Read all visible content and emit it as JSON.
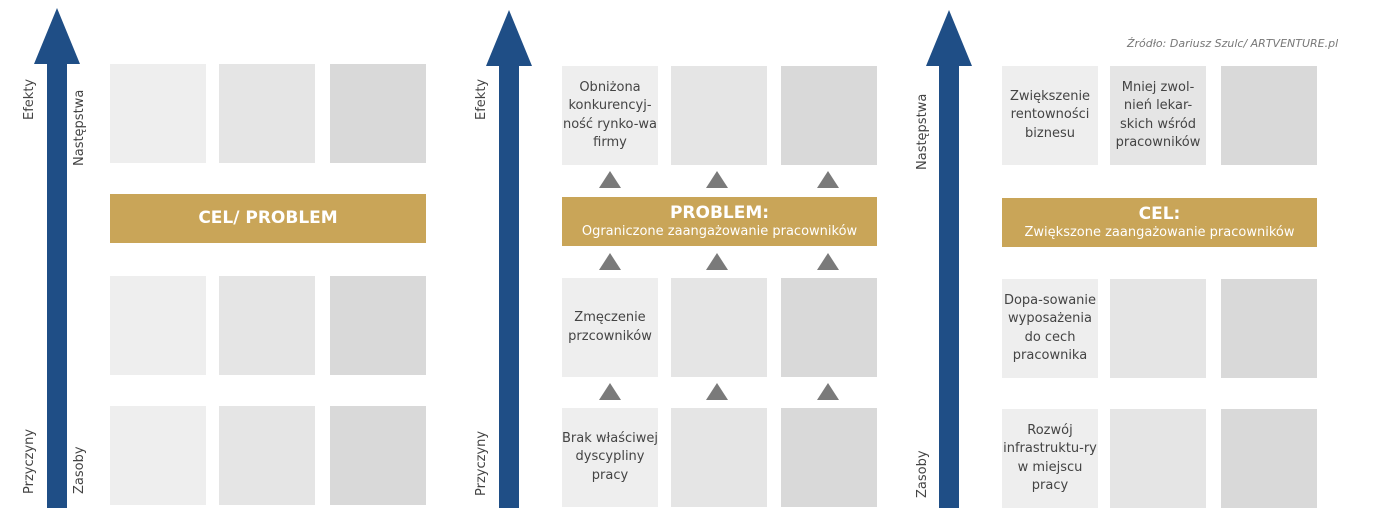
{
  "source": "Źródło: Dariusz Szulc/ ARTVENTURE.pl",
  "colors": {
    "arrow": "#1f4e86",
    "bar": "#c9a558",
    "triangle": "#7a7a7a"
  },
  "panel1": {
    "left_label_top": "Efekty",
    "left_label_bottom": "Przyczyny",
    "right_label_top": "Następstwa",
    "right_label_bottom": "Zasoby",
    "bar_title": "CEL/ PROBLEM"
  },
  "panel2": {
    "left_label_top": "Efekty",
    "left_label_bottom": "Przyczyny",
    "bar_title": "PROBLEM:",
    "bar_subtitle": "Ograniczone zaangażowanie pracowników",
    "top_box1": "Obniżona konkurencyj-ność rynko-wa firmy",
    "mid_box1": "Zmęczenie przcowników",
    "bottom_box1": "Brak właściwej dyscypliny pracy"
  },
  "panel3": {
    "label_top": "Następstwa",
    "label_bottom": "Zasoby",
    "bar_title": "CEL:",
    "bar_subtitle": "Zwiększone zaangażowanie pracowników",
    "top_box1": "Zwiększenie rentowności biznesu",
    "top_box2": "Mniej zwol-nień lekar-skich wśród pracowników",
    "mid_box1": "Dopa-sowanie wyposażenia do cech pracownika",
    "bottom_box1": "Rozwój infrastruktu-ry w miejscu pracy"
  }
}
